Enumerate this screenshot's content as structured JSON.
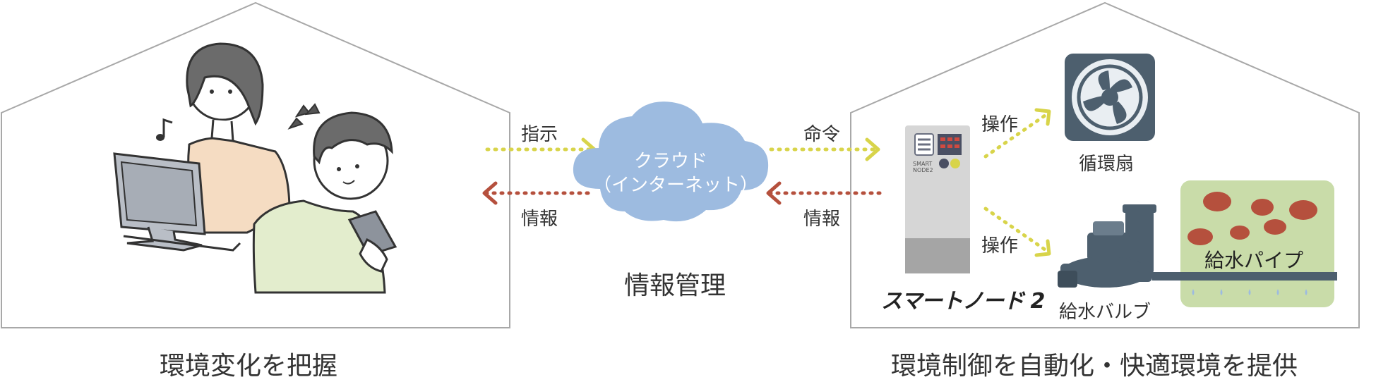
{
  "labels": {
    "instruction": "指示",
    "info_left": "情報",
    "command": "命令",
    "info_right": "情報",
    "operate_top": "操作",
    "operate_bottom": "操作",
    "cloud_line1": "クラウド",
    "cloud_line2": "（インターネット）",
    "info_management": "情報管理",
    "fan": "循環扇",
    "valve": "給水バルブ",
    "pipe": "給水パイプ",
    "brand": "スマートノード 2",
    "device_small_line1": "SMART",
    "device_small_line2": "NODE2",
    "caption_left": "環境変化を把握",
    "caption_right": "環境制御を自動化・快適環境を提供"
  },
  "colors": {
    "house_outline": "#a8a8a8",
    "arrow_yellow": "#d8d44a",
    "arrow_red": "#b5503d",
    "cloud": "#9dbbe0",
    "fan": "#4d5f6e",
    "plant_green": "#c9dca9",
    "plant_red": "#b5503d",
    "device_gray": "#cfcfcf"
  },
  "icons": [
    "family-illustration",
    "music-note-icon",
    "surprise-marks-icon",
    "cloud-icon",
    "smart-node-device-icon",
    "circulation-fan-icon",
    "water-valve-icon",
    "water-pipe-icon",
    "plants-icon"
  ]
}
